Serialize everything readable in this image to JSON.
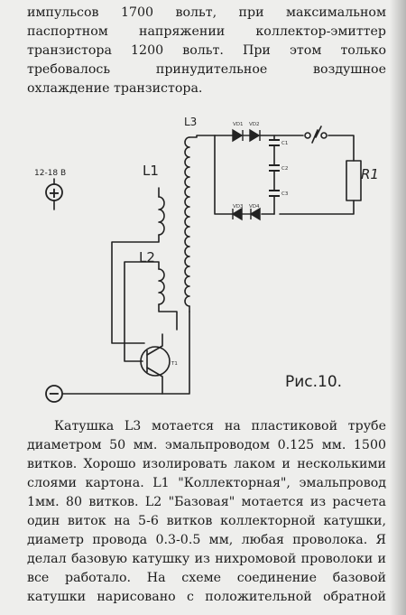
{
  "top_paragraph": [
    "импульсов 1700 вольт, при максимальном",
    "паспортном напряжении коллектор-эмиттер",
    "транзистора 1200 вольт. При этом только",
    "требовалось принудительное воздушное",
    "охлаждение транзистора."
  ],
  "diagram": {
    "supply_label": "12-18 В",
    "plus_symbol": "+",
    "minus_symbol": "−",
    "coil_l1": "L1",
    "coil_l2": "L2",
    "coil_l3": "L3",
    "resistor": "R1",
    "transistor": "T1",
    "diodes": [
      "VD1",
      "VD2",
      "VD3",
      "VD4"
    ],
    "capacitors": [
      "C1",
      "C2",
      "C3"
    ],
    "figure_caption": "Рис.10."
  },
  "bottom_paragraph": [
    "Катушка L3 мотается на пластиковой трубе",
    "диаметром 50 мм. эмальпроводом 0.125 мм. 1500",
    "витков. Хорошо изолировать лаком и несколькими",
    "слоями картона. L1 \"Коллекторная\", эмальпровод",
    "1мм. 80 витков. L2 \"Базовая\" мотается из расчета",
    "один виток на 5-6 витков коллекторной катушки,",
    "диаметр провода 0.3-0.5 мм, любая проволока. Я",
    "делал базовую катушку из нихромовой проволоки и",
    "все работало. На схеме соединение базовой",
    "катушки нарисовано с положительной обратной"
  ]
}
